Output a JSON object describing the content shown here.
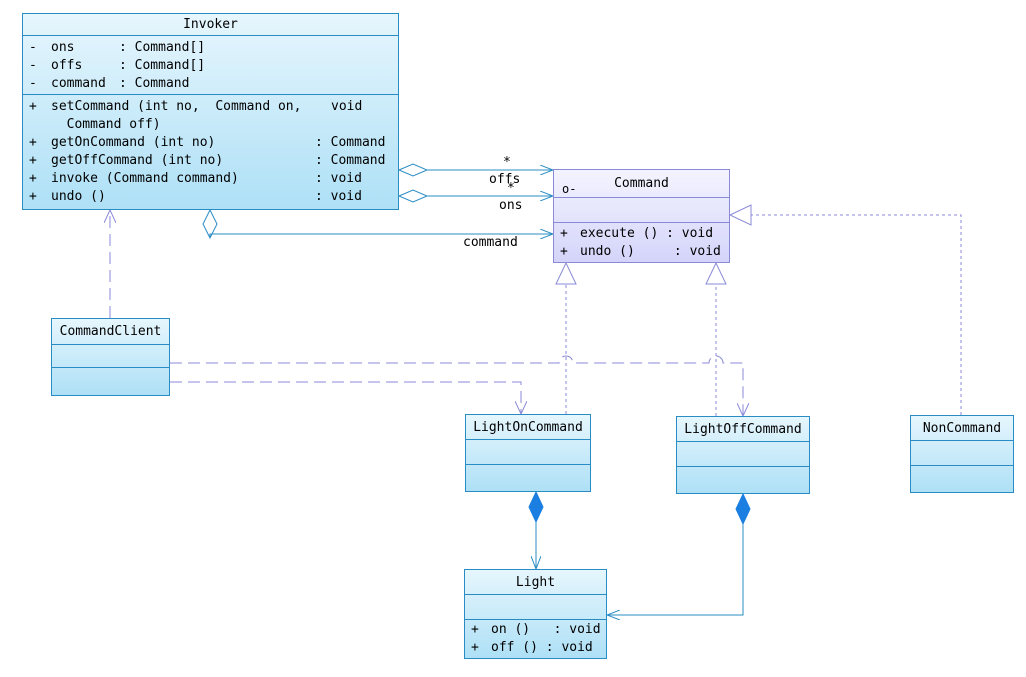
{
  "classes": {
    "invoker": {
      "name": "Invoker",
      "attributes": [
        {
          "vis": "-",
          "name": "ons",
          "type": ": Command[]"
        },
        {
          "vis": "-",
          "name": "offs",
          "type": ": Command[]"
        },
        {
          "vis": "-",
          "name": "command",
          "type": ": Command"
        }
      ],
      "operations": [
        {
          "vis": "+",
          "name": "setCommand (int no,  Command on,",
          "type": "void"
        },
        {
          "vis": "",
          "name": "  Command off)",
          "type": ""
        },
        {
          "vis": "+",
          "name": "getOnCommand (int no)",
          "type": ": Command"
        },
        {
          "vis": "+",
          "name": "getOffCommand (int no)",
          "type": ": Command"
        },
        {
          "vis": "+",
          "name": "invoke (Command command)",
          "type": ": void"
        },
        {
          "vis": "+",
          "name": "undo ()",
          "type": ": void"
        }
      ]
    },
    "command": {
      "name": "Command",
      "marker": "o-",
      "operations": [
        {
          "vis": "+",
          "name": "execute () : void"
        },
        {
          "vis": "+",
          "name": "undo ()     : void"
        }
      ]
    },
    "command_client": {
      "name": "CommandClient"
    },
    "light_on_command": {
      "name": "LightOnCommand"
    },
    "light_off_command": {
      "name": "LightOffCommand"
    },
    "non_command": {
      "name": "NonCommand"
    },
    "light": {
      "name": "Light",
      "operations": [
        {
          "vis": "+",
          "name": "on ()   : void"
        },
        {
          "vis": "+",
          "name": "off () : void"
        }
      ]
    }
  },
  "association_labels": {
    "offs_mult": "*",
    "offs_role": "offs",
    "ons_mult": "*",
    "ons_role": "ons",
    "command_role": "command"
  },
  "colors": {
    "class_border": "#2a8cc4",
    "class_fill": "#aee0f6",
    "interface_border": "#8a8ad8",
    "interface_fill": "#d4d4fa",
    "association_line": "#2a8cc4",
    "dependency_line": "#8a8ad8",
    "composition_diamond": "#1a7fe0"
  }
}
